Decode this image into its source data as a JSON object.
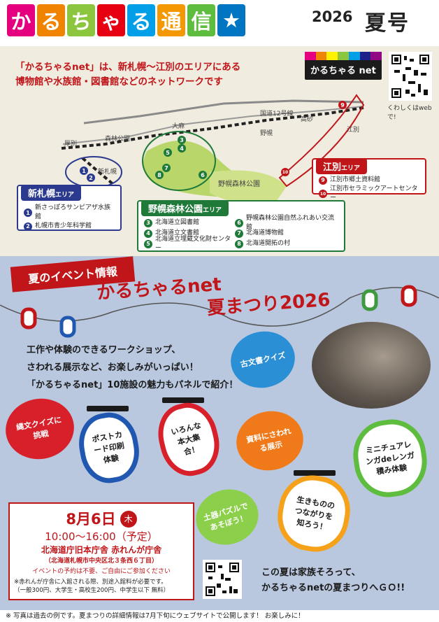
{
  "header": {
    "logo_chars": [
      {
        "char": "か",
        "color": "#e5007f"
      },
      {
        "char": "る",
        "color": "#f08300"
      },
      {
        "char": "ち",
        "color": "#8cc63f"
      },
      {
        "char": "ゃ",
        "color": "#e60012"
      },
      {
        "char": "る",
        "color": "#009fe8"
      },
      {
        "char": "通",
        "color": "#f39800"
      },
      {
        "char": "信",
        "color": "#5ebd3e"
      },
      {
        "char": "★",
        "color": "#0075c2"
      }
    ],
    "year": "2026",
    "season": "夏号"
  },
  "map_section": {
    "intro_line1": "「かるちゃるnet」は、新札幌〜江別のエリアにある",
    "intro_line2": "博物館や水族館・図書館などのネットワークです",
    "brand_badge": "かるちゃる net",
    "qr_caption": "くわしくはwebで!",
    "labels": {
      "route12": "国道12号線",
      "taka": "高砂",
      "ebetsu": "江別",
      "nopporo": "野幌",
      "oasa": "大麻",
      "shinrin": "森林公園",
      "atsubetsu": "厚別",
      "shinsapporo": "新札幌",
      "park": "野幌森林公園"
    },
    "areas": {
      "shinsapporo": {
        "title": "新札幌",
        "suffix": "エリア",
        "items": [
          {
            "num": "1",
            "name": "新さっぽろサンピアザ水族館"
          },
          {
            "num": "2",
            "name": "札幌市青少年科学館"
          }
        ]
      },
      "nopporo": {
        "title": "野幌森林公園",
        "suffix": "エリア",
        "items": [
          {
            "num": "3",
            "name": "北海道立図書館"
          },
          {
            "num": "4",
            "name": "北海道立文書館"
          },
          {
            "num": "5",
            "name": "北海道立埋蔵文化財センター"
          },
          {
            "num": "6",
            "name": "野幌森林公園自然ふれあい交流館"
          },
          {
            "num": "7",
            "name": "北海道博物館"
          },
          {
            "num": "8",
            "name": "北海道開拓の村"
          }
        ]
      },
      "ebetsu": {
        "title": "江別",
        "suffix": "エリア",
        "items": [
          {
            "num": "9",
            "name": "江別市郷土資料館"
          },
          {
            "num": "10",
            "name": "江別市セラミックアートセンター"
          }
        ]
      }
    }
  },
  "event": {
    "ribbon": "夏のイベント情報",
    "title_line1": "かるちゃるnet",
    "title_line2": "夏まつり2026",
    "desc_line1": "工作や体験のできるワークショップ、",
    "desc_line2": "さわれる展示など、お楽しみがいっぱい！",
    "desc_line3": "「かるちゃるnet」10施設の魅力もパネルで紹介！",
    "activities": {
      "kobunsho": "古文書クイズ",
      "jomon": "縄文クイズに挑戦",
      "postcard": "ポストカード印刷体験",
      "books": "いろんな本大集合！",
      "shiryo": "資料にさわれる展示",
      "renga": "ミニチュアレンガdeレンガ積み体験",
      "doki": "土器パズルであそぼう！",
      "ikimono": "生きもののつながりを知ろう！"
    },
    "date": "8月6日",
    "weekday": "木",
    "time": "10:00〜16:00（予定）",
    "venue": "北海道庁旧本庁舎 赤れんが庁舎",
    "address": "（北海道札幌市中央区北３条西６丁目）",
    "no_reservation": "イベントの予約は不要、ご自由にご参加ください",
    "note1": "※赤れんが庁舎に入館される際、別途入館料が必要です。",
    "note2": "（一般300円、大学生・高校生200円、中学生以下 無料）",
    "closing_line1": "この夏は家族そろって、",
    "closing_line2": "かるちゃるnetの夏まつりへＧＯ!!"
  },
  "footer": "※ 写真は過去の例です。夏まつりの詳細情報は7月下旬にウェブサイトで公開します！ お楽しみに！"
}
